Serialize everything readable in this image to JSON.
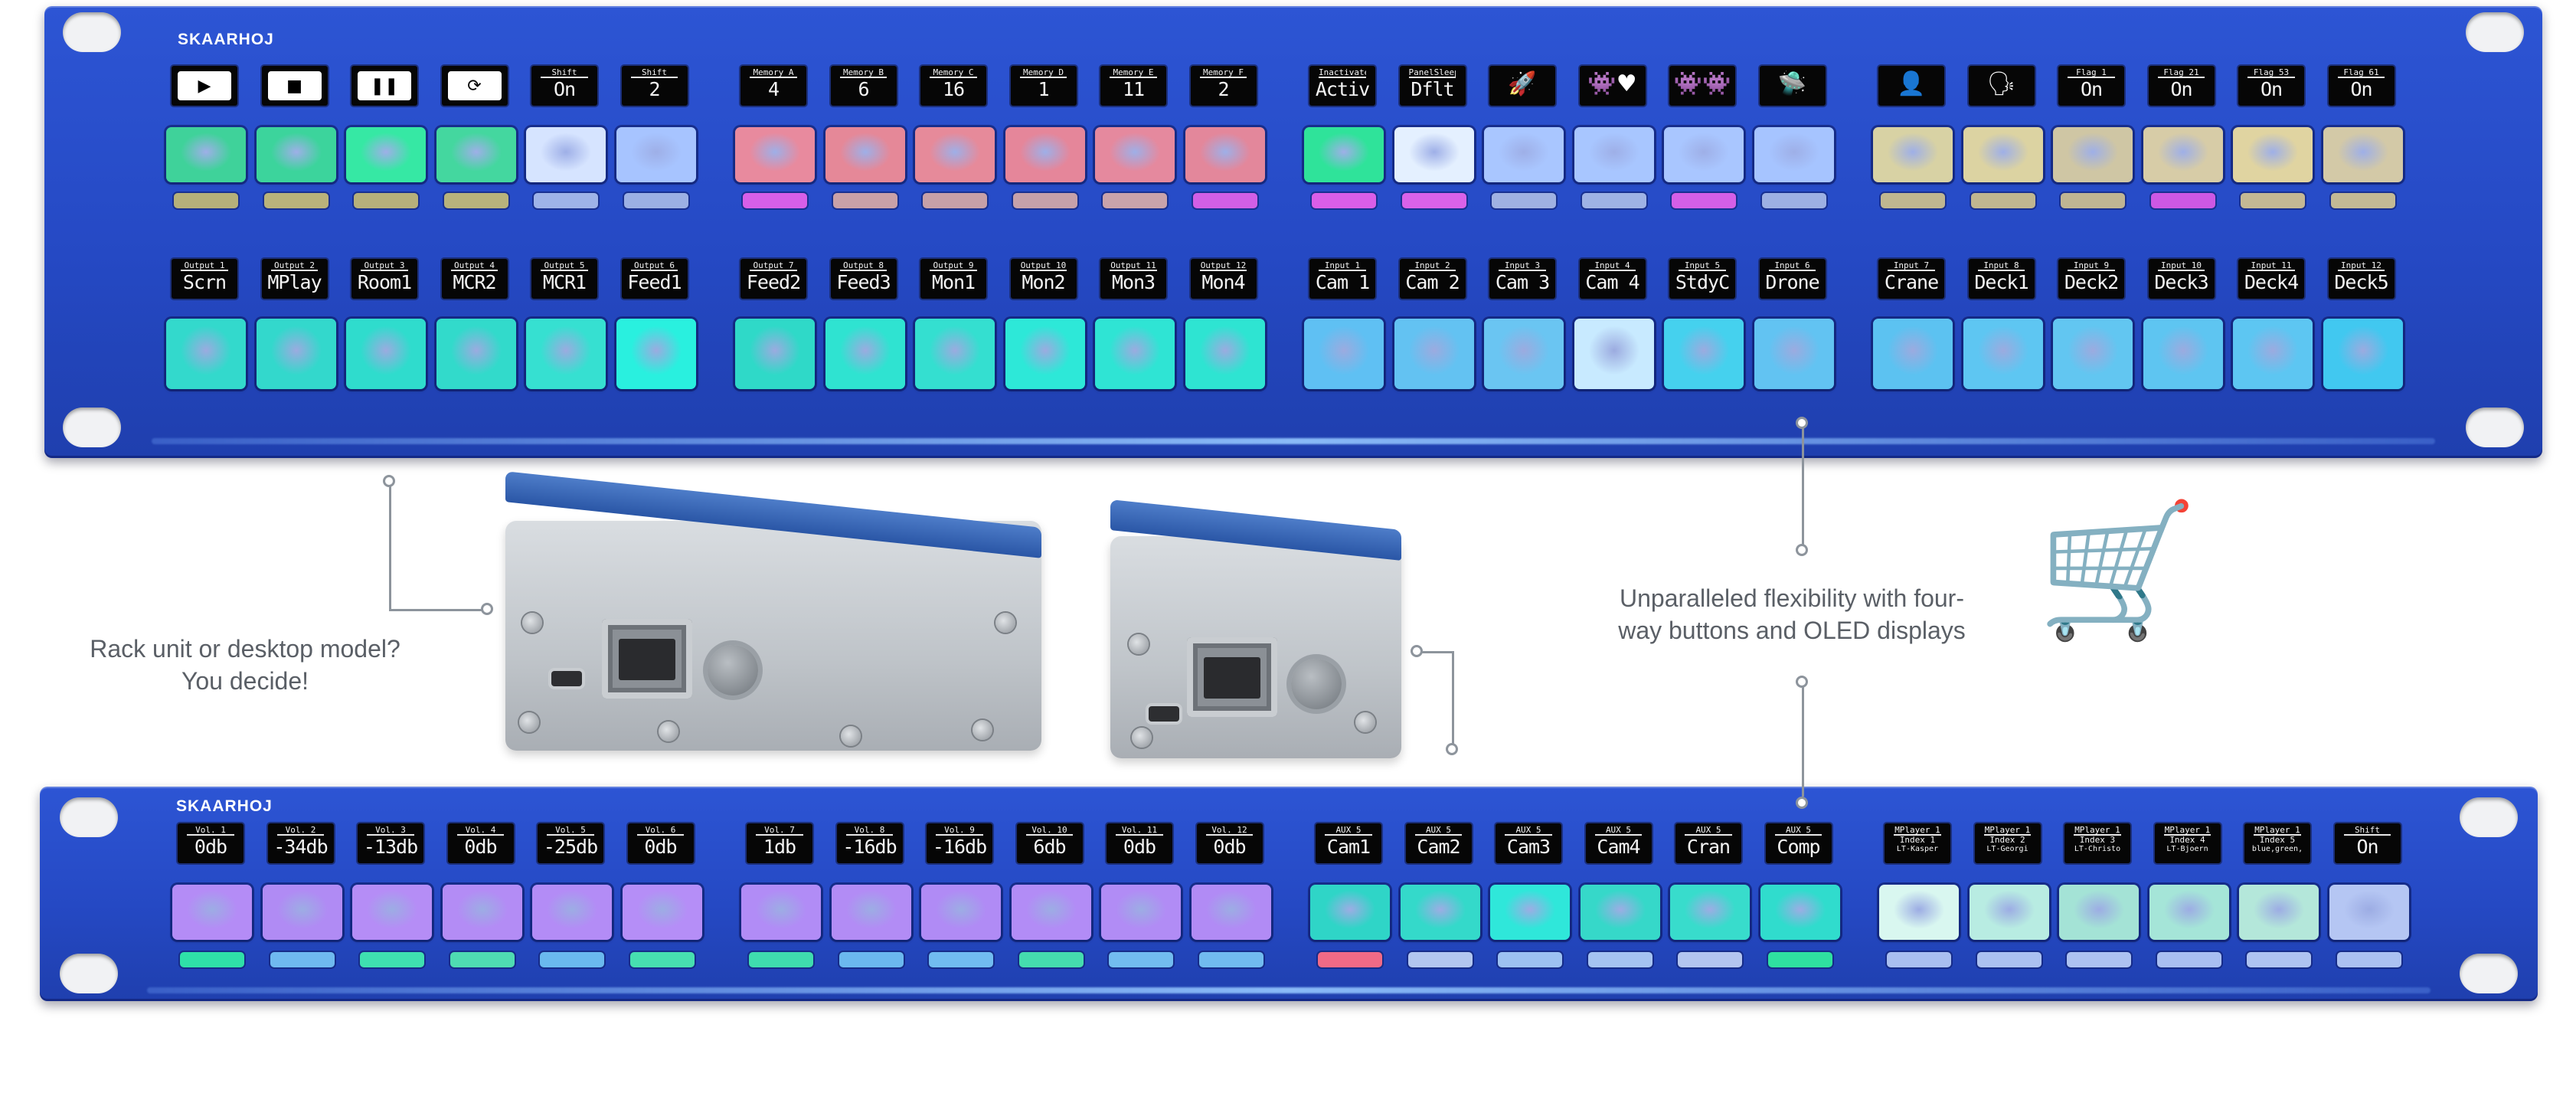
{
  "brand": "SKAARHOJ",
  "annotations": {
    "left": [
      "Rack unit or desktop model?",
      "You decide!"
    ],
    "right": [
      "Unparalleled flexibility with four-",
      "way buttons and OLED displays"
    ]
  },
  "icons": {
    "play": "play-icon",
    "stop": "stop-icon",
    "pause": "pause-icon",
    "refresh": "refresh-icon",
    "rocket": "rocket-icon",
    "invaders": "space-invader-heart-icon",
    "invaders_row": "space-invaders-icon",
    "ufo": "ufo-icon",
    "person": "person-icon",
    "presenter": "presenter-icon",
    "cart": "shopping-cart-icon"
  },
  "panel1": {
    "row1_displays": [
      {
        "type": "icon",
        "glyph": "▶",
        "icon": "play-icon"
      },
      {
        "type": "icon",
        "glyph": "■",
        "icon": "stop-icon"
      },
      {
        "type": "icon",
        "glyph": "❚❚",
        "icon": "pause-icon"
      },
      {
        "type": "icon",
        "glyph": "⟳",
        "icon": "refresh-icon"
      },
      {
        "type": "text",
        "cap": "Shift",
        "val": "On"
      },
      {
        "type": "text",
        "cap": "Shift",
        "val": "2"
      },
      {
        "type": "text",
        "cap": "Memory A",
        "val": "4"
      },
      {
        "type": "text",
        "cap": "Memory B",
        "val": "6"
      },
      {
        "type": "text",
        "cap": "Memory C",
        "val": "16"
      },
      {
        "type": "text",
        "cap": "Memory D",
        "val": "1"
      },
      {
        "type": "text",
        "cap": "Memory E",
        "val": "11"
      },
      {
        "type": "text",
        "cap": "Memory F",
        "val": "2"
      },
      {
        "type": "text",
        "cap": "Inactivate",
        "val": "Activ"
      },
      {
        "type": "text",
        "cap": "PanelSleep",
        "val": "Dflt"
      },
      {
        "type": "icon",
        "glyph": "🚀",
        "icon": "rocket-icon"
      },
      {
        "type": "icon",
        "glyph": "👾♥",
        "icon": "space-invader-heart-icon"
      },
      {
        "type": "icon",
        "glyph": "👾👾",
        "icon": "space-invaders-icon"
      },
      {
        "type": "icon",
        "glyph": "🛸",
        "icon": "ufo-icon"
      },
      {
        "type": "icon",
        "glyph": "👤",
        "icon": "person-icon"
      },
      {
        "type": "icon",
        "glyph": "🗣",
        "icon": "presenter-icon"
      },
      {
        "type": "text",
        "cap": "Flag 1",
        "val": "On"
      },
      {
        "type": "text",
        "cap": "Flag 21",
        "val": "On"
      },
      {
        "type": "text",
        "cap": "Flag 53",
        "val": "On"
      },
      {
        "type": "text",
        "cap": "Flag 61",
        "val": "On"
      }
    ],
    "row2_displays": [
      {
        "cap": "Output 1",
        "val": "Scrn"
      },
      {
        "cap": "Output 2",
        "val": "MPlay"
      },
      {
        "cap": "Output 3",
        "val": "Room1"
      },
      {
        "cap": "Output 4",
        "val": "MCR2"
      },
      {
        "cap": "Output 5",
        "val": "MCR1"
      },
      {
        "cap": "Output 6",
        "val": "Feed1"
      },
      {
        "cap": "Output 7",
        "val": "Feed2"
      },
      {
        "cap": "Output 8",
        "val": "Feed3"
      },
      {
        "cap": "Output 9",
        "val": "Mon1"
      },
      {
        "cap": "Output 10",
        "val": "Mon2"
      },
      {
        "cap": "Output 11",
        "val": "Mon3"
      },
      {
        "cap": "Output 12",
        "val": "Mon4"
      },
      {
        "cap": "Input 1",
        "val": "Cam 1"
      },
      {
        "cap": "Input 2",
        "val": "Cam 2"
      },
      {
        "cap": "Input 3",
        "val": "Cam 3"
      },
      {
        "cap": "Input 4",
        "val": "Cam 4"
      },
      {
        "cap": "Input 5",
        "val": "StdyC"
      },
      {
        "cap": "Input 6",
        "val": "Drone"
      },
      {
        "cap": "Input 7",
        "val": "Crane"
      },
      {
        "cap": "Input 8",
        "val": "Deck1"
      },
      {
        "cap": "Input 9",
        "val": "Deck2"
      },
      {
        "cap": "Input 10",
        "val": "Deck3"
      },
      {
        "cap": "Input 11",
        "val": "Deck4"
      },
      {
        "cap": "Input 12",
        "val": "Deck5"
      }
    ],
    "row1_button_colors": [
      "#3fd29a",
      "#3cd49c",
      "#36e8a4",
      "#44d79f",
      "#d6e4ff",
      "#a7c4ff",
      "#e88a9e",
      "#e58898",
      "#e68a9a",
      "#e5869a",
      "#e5899e",
      "#e3879b",
      "#2fe39a",
      "#e4f0ff",
      "#a9c6ff",
      "#a8c6ff",
      "#a9c6ff",
      "#a6c4ff",
      "#d8d2a4",
      "#dcd3a2",
      "#cfc6a4",
      "#d7cca7",
      "#e0d4a1",
      "#d3c9a7"
    ],
    "row1_strip_colors": [
      "#b6b07a",
      "#b9b27b",
      "#b7b07b",
      "#b8b27c",
      "#9eb3e8",
      "#9cb0e4",
      "#d65fe8",
      "#c9a1a8",
      "#c7a0a8",
      "#c6a1aa",
      "#c9a3ab",
      "#d15fe6",
      "#d95ee8",
      "#d962e9",
      "#9fb1e2",
      "#9eb2e5",
      "#d45fe7",
      "#9db0e3",
      "#bfb690",
      "#c0b690",
      "#bfb593",
      "#cc58e4",
      "#c4b894",
      "#c3b995"
    ],
    "row2_button_colors": [
      "#33d9cc",
      "#33d8cc",
      "#2fdccd",
      "#32dacb",
      "#36e0d1",
      "#29f0df",
      "#2fd9c8",
      "#2fe3d1",
      "#34dfd0",
      "#2de8d8",
      "#2fe4d4",
      "#2ee4d2",
      "#5fc0f3",
      "#63c2f2",
      "#6ac5f2",
      "#c8eaff",
      "#45d1ee",
      "#62c3f2",
      "#5cc2f1",
      "#5ec6f2",
      "#62c6f1",
      "#5ec5f1",
      "#5dc6f2",
      "#41c8f0"
    ]
  },
  "panel2": {
    "displays": [
      {
        "cap": "Vol. 1",
        "val": "0db"
      },
      {
        "cap": "Vol. 2",
        "val": "-34db"
      },
      {
        "cap": "Vol. 3",
        "val": "-13db"
      },
      {
        "cap": "Vol. 4",
        "val": "0db"
      },
      {
        "cap": "Vol. 5",
        "val": "-25db"
      },
      {
        "cap": "Vol. 6",
        "val": "0db"
      },
      {
        "cap": "Vol. 7",
        "val": "1db"
      },
      {
        "cap": "Vol. 8",
        "val": "-16db"
      },
      {
        "cap": "Vol. 9",
        "val": "-16db"
      },
      {
        "cap": "Vol. 10",
        "val": "6db"
      },
      {
        "cap": "Vol. 11",
        "val": "0db"
      },
      {
        "cap": "Vol. 12",
        "val": "0db"
      },
      {
        "cap": "AUX 5",
        "val": "Cam1"
      },
      {
        "cap": "AUX 5",
        "val": "Cam2"
      },
      {
        "cap": "AUX 5",
        "val": "Cam3"
      },
      {
        "cap": "AUX 5",
        "val": "Cam4"
      },
      {
        "cap": "AUX 5",
        "val": "Cran"
      },
      {
        "cap": "AUX 5",
        "val": "Comp"
      },
      {
        "cap": "MPlayer 1",
        "sub": "Index 1",
        "sub2": "LT-Kasper"
      },
      {
        "cap": "MPlayer 1",
        "sub": "Index 2",
        "sub2": "LT-Georgi"
      },
      {
        "cap": "MPlayer 1",
        "sub": "Index 3",
        "sub2": "LT-Christo"
      },
      {
        "cap": "MPlayer 1",
        "sub": "Index 4",
        "sub2": "LT-Bjoern"
      },
      {
        "cap": "MPlayer 1",
        "sub": "Index 5",
        "sub2": "blue,green,"
      },
      {
        "cap": "Shift",
        "val": "On"
      }
    ],
    "button_colors": [
      "#b48cf6",
      "#b08bf4",
      "#b58df6",
      "#b38cf5",
      "#b38cf6",
      "#b58ef7",
      "#b18cf6",
      "#b28cf5",
      "#b08bf5",
      "#b28cf6",
      "#b18cf5",
      "#b18bf5",
      "#2fd5c7",
      "#34d9ca",
      "#2fe7da",
      "#36d8c9",
      "#38dccc",
      "#30dccd",
      "#d9f7f0",
      "#b8ece2",
      "#a4e3d6",
      "#a5e5d8",
      "#b4e7da",
      "#b5c6f3"
    ],
    "strip_colors": [
      "#2fe0a8",
      "#6fb9ef",
      "#3fe0b0",
      "#4fdcb2",
      "#6ab9ee",
      "#47dfb0",
      "#3fdcae",
      "#6bb8ee",
      "#71bcf0",
      "#45dcae",
      "#72bcef",
      "#71bbef",
      "#f06a86",
      "#b2c6ef",
      "#9cc1f1",
      "#a5c3f1",
      "#b3c5ef",
      "#2fe0a0",
      "#a9bff0",
      "#abc1f0",
      "#adc2f1",
      "#a9bff1",
      "#aec3f1",
      "#abc1f1"
    ]
  }
}
